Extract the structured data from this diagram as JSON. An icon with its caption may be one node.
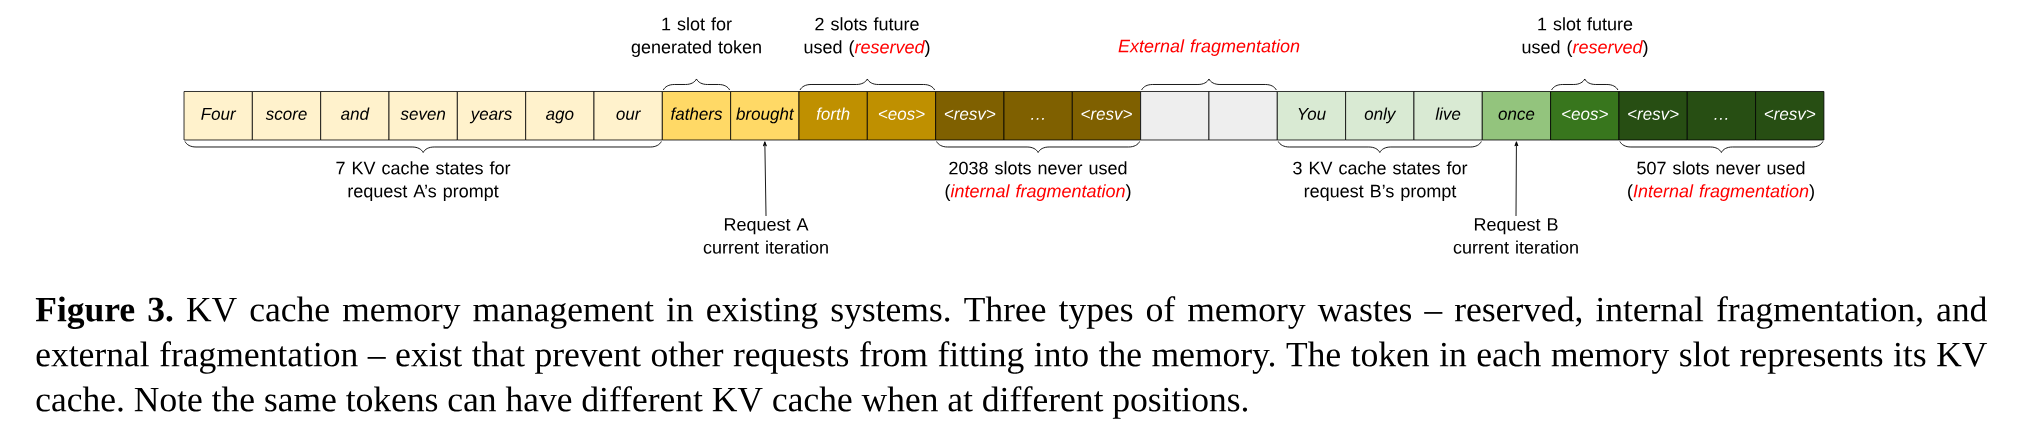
{
  "diagram": {
    "caption": "**Figure 3.** KV cache memory management in existing systems. Three types of memory wastes – reserved, internal fragmentation, and external fragmentation – exist that prevent other requests from fitting into the memory. The token in each memory slot represents its KV cache. Note the same tokens can have different KV cache when at different positions.",
    "nodes": [
      {
        "text": [
          "Four"
        ]
      },
      {
        "text": [
          "score"
        ]
      },
      {
        "text": [
          "and"
        ]
      },
      {
        "text": [
          "seven"
        ]
      },
      {
        "text": [
          "years"
        ]
      },
      {
        "text": [
          "ago"
        ]
      },
      {
        "text": [
          "our"
        ]
      },
      {
        "text": [
          "fathers"
        ]
      },
      {
        "text": [
          "brought"
        ]
      },
      {
        "text": [
          "forth"
        ]
      },
      {
        "text": [
          "<eos>"
        ]
      },
      {
        "text": [
          "<resv>"
        ]
      },
      {
        "text": [
          "…"
        ]
      },
      {
        "text": [
          "<resv>"
        ]
      },
      {
        "text": [],
        "shape": "box"
      },
      {
        "text": [],
        "shape": "box"
      },
      {
        "text": [
          "You"
        ]
      },
      {
        "text": [
          "only"
        ]
      },
      {
        "text": [
          "live"
        ]
      },
      {
        "text": [
          "once"
        ]
      },
      {
        "text": [
          "<eos>"
        ]
      },
      {
        "text": [
          "<resv>"
        ]
      },
      {
        "text": [
          "…"
        ]
      },
      {
        "text": [
          "<resv>"
        ]
      },
      {
        "text": [
          "Request A current iteration"
        ]
      },
      {
        "text": [
          "Request B current iteration"
        ]
      }
    ],
    "edges": [
      {
        "from": 24,
        "to": 8,
        "arrow": "to"
      },
      {
        "from": 25,
        "to": 19,
        "arrow": "to"
      }
    ],
    "labels": [
      "1 slot for generated token",
      "2 slots future used (*reserved*)",
      "External fragmentation",
      "1 slot future used (*reserved*)",
      "7 KV cache states for request A’s prompt",
      "2038 slots never used (*internal fragmentation*)",
      "3 KV cache states for request B’s prompt",
      "507 slots never used (*Internal fragmentation*)"
    ]
  }
}
